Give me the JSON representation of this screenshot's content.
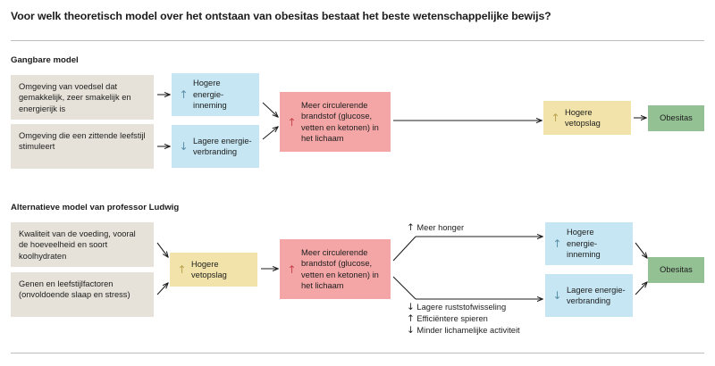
{
  "header": {
    "title": "Voor welk theoretisch model over het ontstaan van obesitas bestaat het beste wetenschappelijke bewijs?"
  },
  "colors": {
    "beige": "#e6e2d9",
    "blue": "#c5e6f2",
    "pink": "#f4a6a6",
    "yellow": "#f1e3a9",
    "green": "#93c193",
    "arrow_blue": "#5b8fa8",
    "arrow_pink": "#c9454f",
    "arrow_yellow": "#bba44f",
    "line": "#1d1d1d",
    "rule": "#bdbdbd"
  },
  "sections": [
    {
      "label": "Gangbare model",
      "nodes": {
        "cause_1": "Omgeving van voedsel dat gemakkelijk, zeer smakelijk en energierijk is",
        "cause_2": "Omgeving die een zittende leefstijl stimuleert",
        "effect_1_glyph": "↑",
        "effect_1": "Hogere energie-inneming",
        "effect_2_glyph": "↓",
        "effect_2": "Lagere energie-verbranding",
        "fuel_glyph": "↑",
        "fuel": "Meer circulerende brandstof (glucose, vetten en ketonen) in het lichaam",
        "fat_glyph": "↑",
        "fat": "Hogere vetopslag",
        "outcome": "Obesitas"
      }
    },
    {
      "label": "Alternatieve model van professor Ludwig",
      "nodes": {
        "cause_1": "Kwaliteit van de voeding, vooral de hoeveelheid en soort koolhydraten",
        "cause_2": "Genen en leefstijlfactoren (onvoldoende slaap en stress)",
        "fat_glyph": "↑",
        "fat": "Hogere vetopslag",
        "fuel_glyph": "↑",
        "fuel": "Meer circulerende brandstof (glucose, vetten en ketonen) in het lichaam",
        "effect_1_glyph": "↑",
        "effect_1": "Hogere energie-inneming",
        "effect_2_glyph": "↓",
        "effect_2": "Lagere energie-verbranding",
        "outcome": "Obesitas"
      },
      "annotations": {
        "top": {
          "glyph": "↑",
          "text": "Meer honger"
        },
        "bottom": [
          {
            "glyph": "↓",
            "text": "Lagere ruststofwisseling"
          },
          {
            "glyph": "↑",
            "text": "Efficiëntere spieren"
          },
          {
            "glyph": "↓",
            "text": "Minder lichamelijke activiteit"
          }
        ]
      }
    }
  ]
}
